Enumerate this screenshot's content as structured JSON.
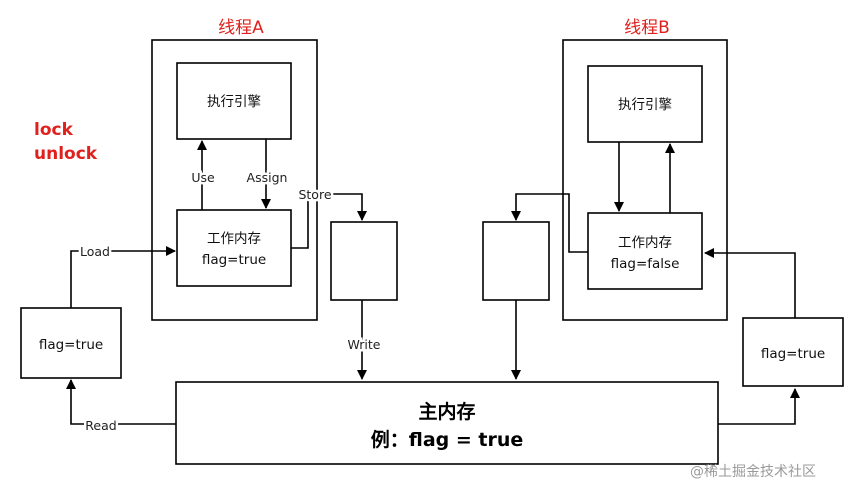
{
  "thread_a": {
    "title": "线程A",
    "engine": "执行引擎",
    "work_mem_line1": "工作内存",
    "work_mem_line2": "flag=true"
  },
  "thread_b": {
    "title": "线程B",
    "engine": "执行引擎",
    "work_mem_line1": "工作内存",
    "work_mem_line2": "flag=false"
  },
  "notes": {
    "lock": "lock",
    "unlock": "unlock"
  },
  "labels": {
    "use": "Use",
    "assign": "Assign",
    "store": "Store",
    "load": "Load",
    "write": "Write",
    "read": "Read"
  },
  "left_flag_box": "flag=true",
  "right_flag_box": "flag=true",
  "main_memory": {
    "line1": "主内存",
    "line2": "例：flag = true"
  },
  "watermark": "@稀土掘金技术社区",
  "colors": {
    "accent": "#e0201c",
    "line": "#000000"
  }
}
